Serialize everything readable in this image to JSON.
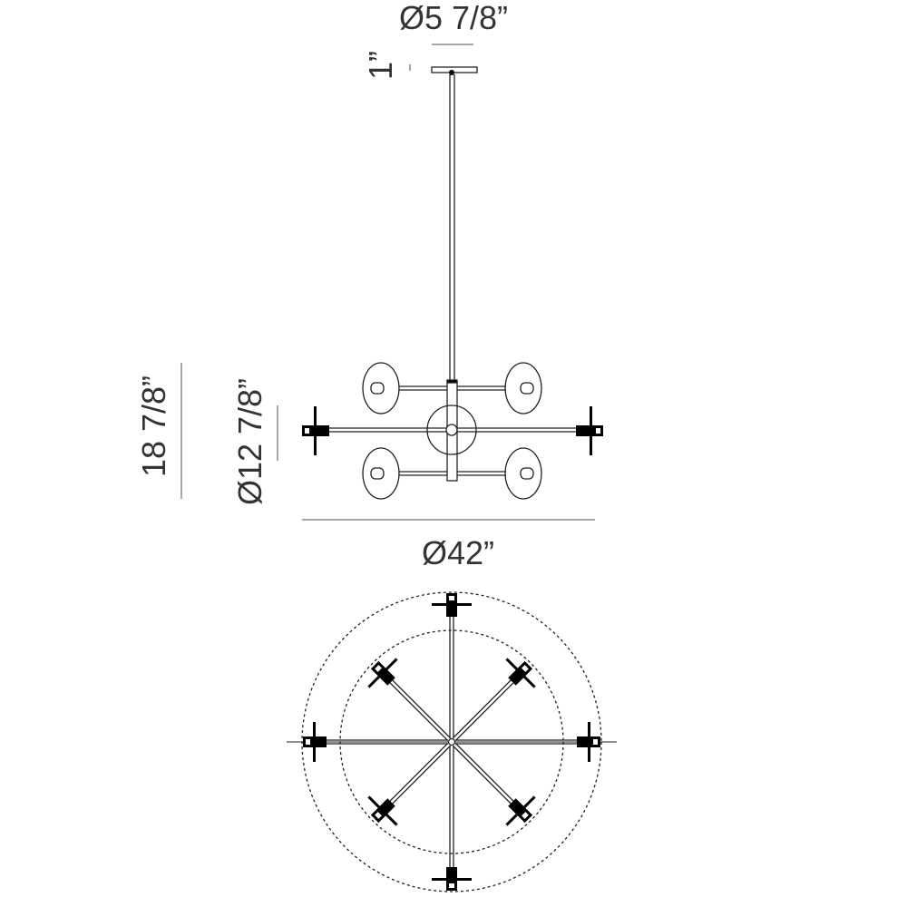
{
  "dimensions": {
    "canopy_diameter": "Ø5 7/8”",
    "canopy_height": "1”",
    "overall_height": "18 7/8”",
    "body_diameter": "Ø12 7/8”",
    "overall_diameter": "Ø42”"
  },
  "bottom_view": {
    "arm_count": 8
  }
}
